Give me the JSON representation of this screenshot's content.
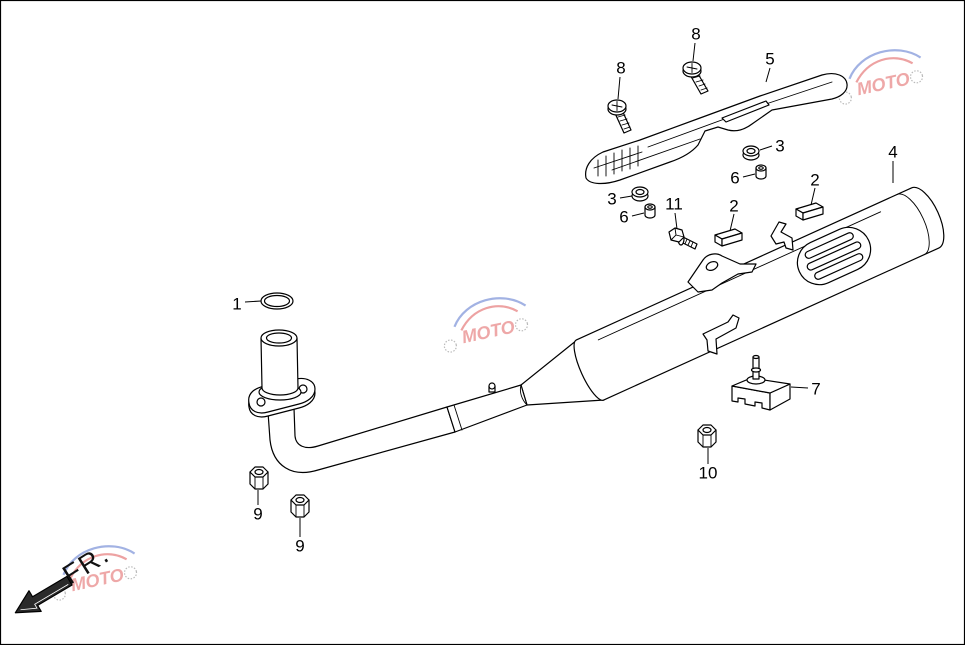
{
  "diagram": {
    "callouts": [
      "1",
      "2",
      "2",
      "3",
      "3",
      "4",
      "5",
      "6",
      "6",
      "7",
      "8",
      "8",
      "9",
      "9",
      "10",
      "11"
    ],
    "direction_label": "FR."
  },
  "watermark": {
    "text": "MOTO"
  },
  "icons": {
    "direction_arrow": "arrow-down-left-icon"
  },
  "colors": {
    "line": "#000000",
    "background": "#ffffff",
    "watermark_pink": "#e98b8b",
    "watermark_blue": "#8b9fdc"
  }
}
